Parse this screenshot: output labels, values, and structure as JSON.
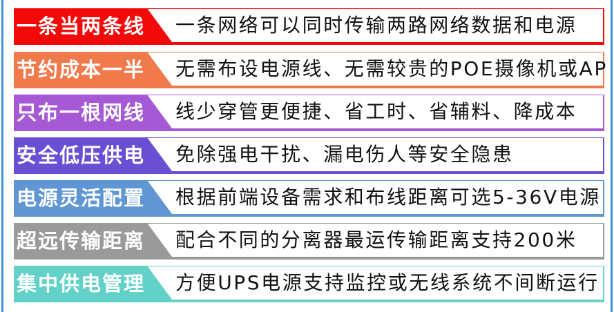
{
  "rows": [
    {
      "label": "一条当两条线",
      "desc": "一条网络可以同时传输两路网络数据和电源",
      "color": "#f20a0a"
    },
    {
      "label": "节约成本一半",
      "desc": "无需布设电源线、无需较贵的POE摄像机或AP",
      "color": "#f07a4c"
    },
    {
      "label": "只布一根网线",
      "desc": "线少穿管更便捷、省工时、省辅料、降成本",
      "color": "#a559d4"
    },
    {
      "label": "安全低压供电",
      "desc": "免除强电干扰、漏电伤人等安全隐患",
      "color": "#6a4fd4"
    },
    {
      "label": "电源灵活配置",
      "desc": "根据前端设备需求和布线距离可选5-36V电源",
      "color": "#5f96d3"
    },
    {
      "label": "超远传输距离",
      "desc": "配合不同的分离器最运传输距离支持200米",
      "color": "#9a9a9a"
    },
    {
      "label": "集中供电管理",
      "desc": "方便UPS电源支持监控或无线系统不间断运行",
      "color": "#62d2c8"
    }
  ],
  "frame_color": "#3f8fd6"
}
